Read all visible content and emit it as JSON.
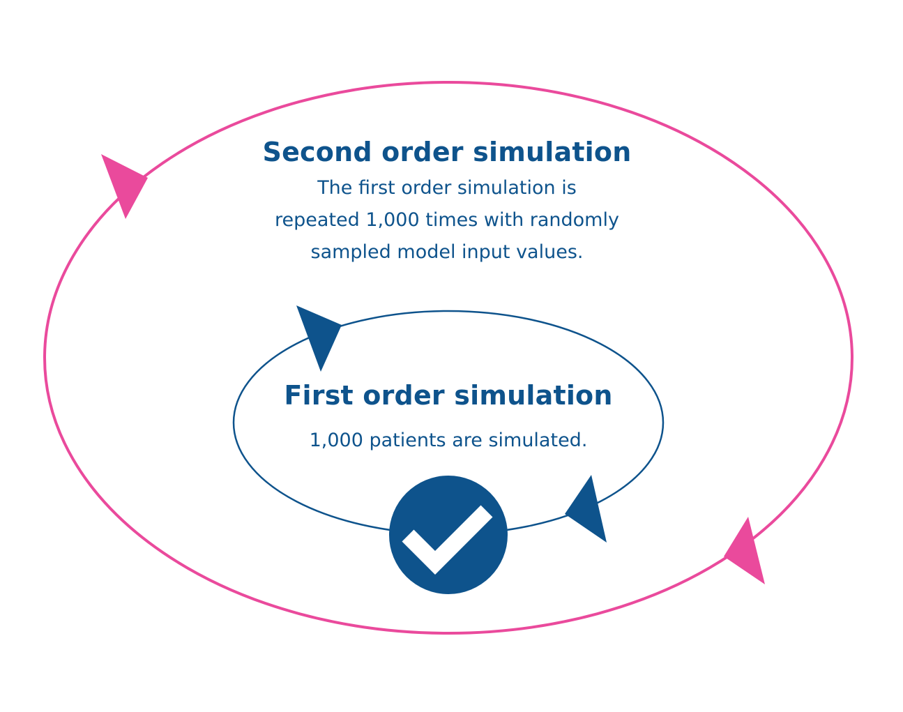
{
  "colors": {
    "outer_loop": "#ea4a9c",
    "inner_loop": "#0e538c",
    "text": "#0e538c",
    "check_mark": "#ffffff"
  },
  "outer": {
    "title": "Second order simulation",
    "description_lines": [
      "The first order simulation is",
      "repeated 1,000 times with randomly",
      "sampled model input values."
    ]
  },
  "inner": {
    "title": "First order simulation",
    "description": "1,000 patients are simulated."
  },
  "icons": {
    "completion": "check-circle-icon",
    "outer_arrows": "triangle-arrow-icon",
    "inner_arrows": "triangle-arrow-icon"
  }
}
